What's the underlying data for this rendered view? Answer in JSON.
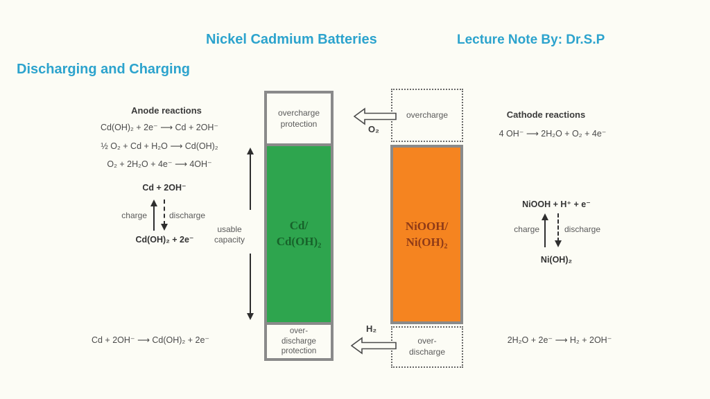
{
  "slide": {
    "title": "Nickel Cadmium Batteries",
    "byline": "Lecture Note By: Dr.S.P",
    "subtitle": "Discharging and Charging"
  },
  "anode": {
    "heading": "Anode reactions",
    "reactions": [
      "Cd(OH)₂ + 2e⁻ ⟶ Cd + 2OH⁻",
      "½ O₂ + Cd + H₂O ⟶ Cd(OH)₂",
      "O₂ + 2H₂O + 4e⁻ ⟶ 4OH⁻"
    ],
    "cycle_top": "Cd + 2OH⁻",
    "charge_label": "charge",
    "discharge_label": "discharge",
    "cycle_bottom": "Cd(OH)₂ + 2e⁻",
    "bottom_reaction": "Cd + 2OH⁻ ⟶ Cd(OH)₂ + 2e⁻"
  },
  "cathode": {
    "heading": "Cathode reactions",
    "reaction": "4 OH⁻ ⟶ 2H₂O + O₂ + 4e⁻",
    "cycle_top": "NiOOH + H⁺ + e⁻",
    "charge_label": "charge",
    "discharge_label": "discharge",
    "cycle_bottom": "Ni(OH)₂",
    "bottom_reaction": "2H₂O + 2e⁻ ⟶ H₂ + 2OH⁻"
  },
  "cadmium_electrode": {
    "overcharge_label": "overcharge\nprotection",
    "material": "Cd/\nCd(OH)₂",
    "overdischarge_label": "over-\ndischarge\nprotection",
    "fill": "#2ea54e",
    "label_color": "#17622a"
  },
  "nickel_electrode": {
    "overcharge_label": "overcharge",
    "material": "NiOOH/\nNi(OH)₂",
    "overdischarge_label": "over-\ndischarge",
    "fill": "#f58420",
    "label_color": "#8e3a17"
  },
  "gases": {
    "overcharge_gas": "O₂",
    "overdischarge_gas": "H₂"
  },
  "capacity_label": "usable\ncapacity",
  "colors": {
    "accent": "#2ca3cd",
    "border_gray": "#8a8a8a"
  }
}
